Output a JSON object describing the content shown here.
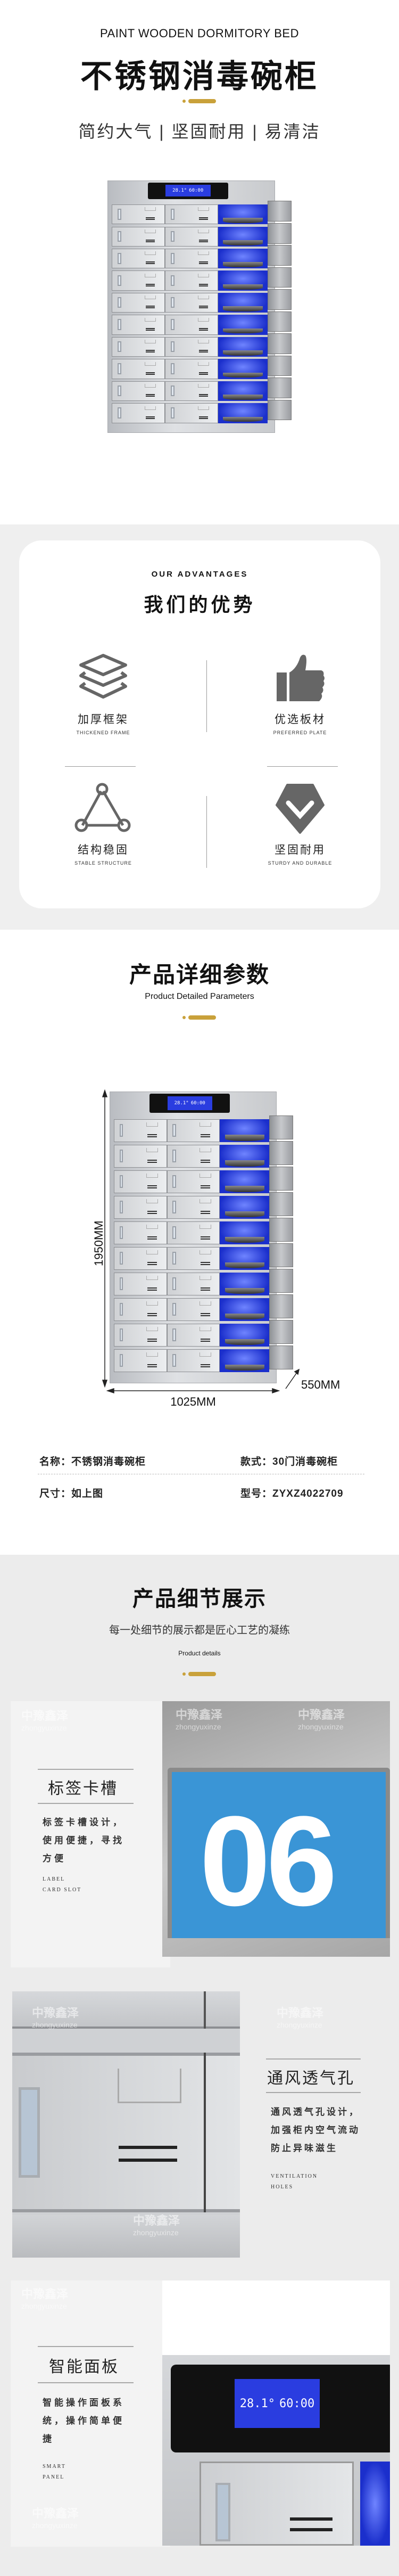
{
  "hero": {
    "eyebrow": "PAINT WOODEN DORMITORY BED",
    "title": "不锈钢消毒碗柜",
    "tagline": "简约大气 | 坚固耐用 | 易清洁"
  },
  "cabinet": {
    "lcd_temp": "28.1°",
    "lcd_time": "60:00",
    "rows": 10
  },
  "advantages": {
    "eyebrow": "OUR ADVANTAGES",
    "title": "我们的优势",
    "items": [
      {
        "icon": "layers-icon",
        "label": "加厚框架",
        "sub": "THICKENED FRAME"
      },
      {
        "icon": "thumbs-up-icon",
        "label": "优选板材",
        "sub": "PREFERRED PLATE"
      },
      {
        "icon": "triangle-nodes-icon",
        "label": "结构稳固",
        "sub": "STABLE STRUCTURE"
      },
      {
        "icon": "shield-check-icon",
        "label": "坚固耐用",
        "sub": "STURDY AND DURABLE"
      }
    ]
  },
  "params": {
    "title": "产品详细参数",
    "subtitle": "Product Detailed Parameters",
    "dims": {
      "height": "1950MM",
      "width": "1025MM",
      "depth": "550MM"
    },
    "specs": [
      {
        "label": "名称：",
        "value": "不锈钢消毒碗柜"
      },
      {
        "label": "款式：",
        "value": "30门消毒碗柜"
      },
      {
        "label": "尺寸：",
        "value": "如上图"
      },
      {
        "label": "型号：",
        "value": "ZYXZ4022709"
      }
    ]
  },
  "details": {
    "title": "产品细节展示",
    "subtitle": "每一处细节的展示都是匠心工艺的凝练",
    "en": "Product details",
    "items": [
      {
        "title": "标签卡槽",
        "desc": [
          "标签卡槽设计，",
          "使用便捷，寻找",
          "方便"
        ],
        "en": [
          "LABEL",
          "CARD SLOT"
        ],
        "image_text": "06"
      },
      {
        "title": "通风透气孔",
        "desc": [
          "通风透气孔设计，",
          "加强柜内空气流动",
          "防止异味滋生"
        ],
        "en": [
          "VENTILATION",
          "HOLES"
        ]
      },
      {
        "title": "智能面板",
        "desc": [
          "智能操作面板系",
          "统，操作简单便",
          "捷"
        ],
        "en": [
          "SMART",
          "PANEL"
        ]
      }
    ]
  },
  "watermark": {
    "cn": "中豫鑫泽",
    "en": "zhongyuxinze"
  },
  "colors": {
    "gold": "#c9a13a",
    "gray_bg": "#efefef",
    "icon_gray": "#666666",
    "uv_blue": "#2a3de0"
  }
}
